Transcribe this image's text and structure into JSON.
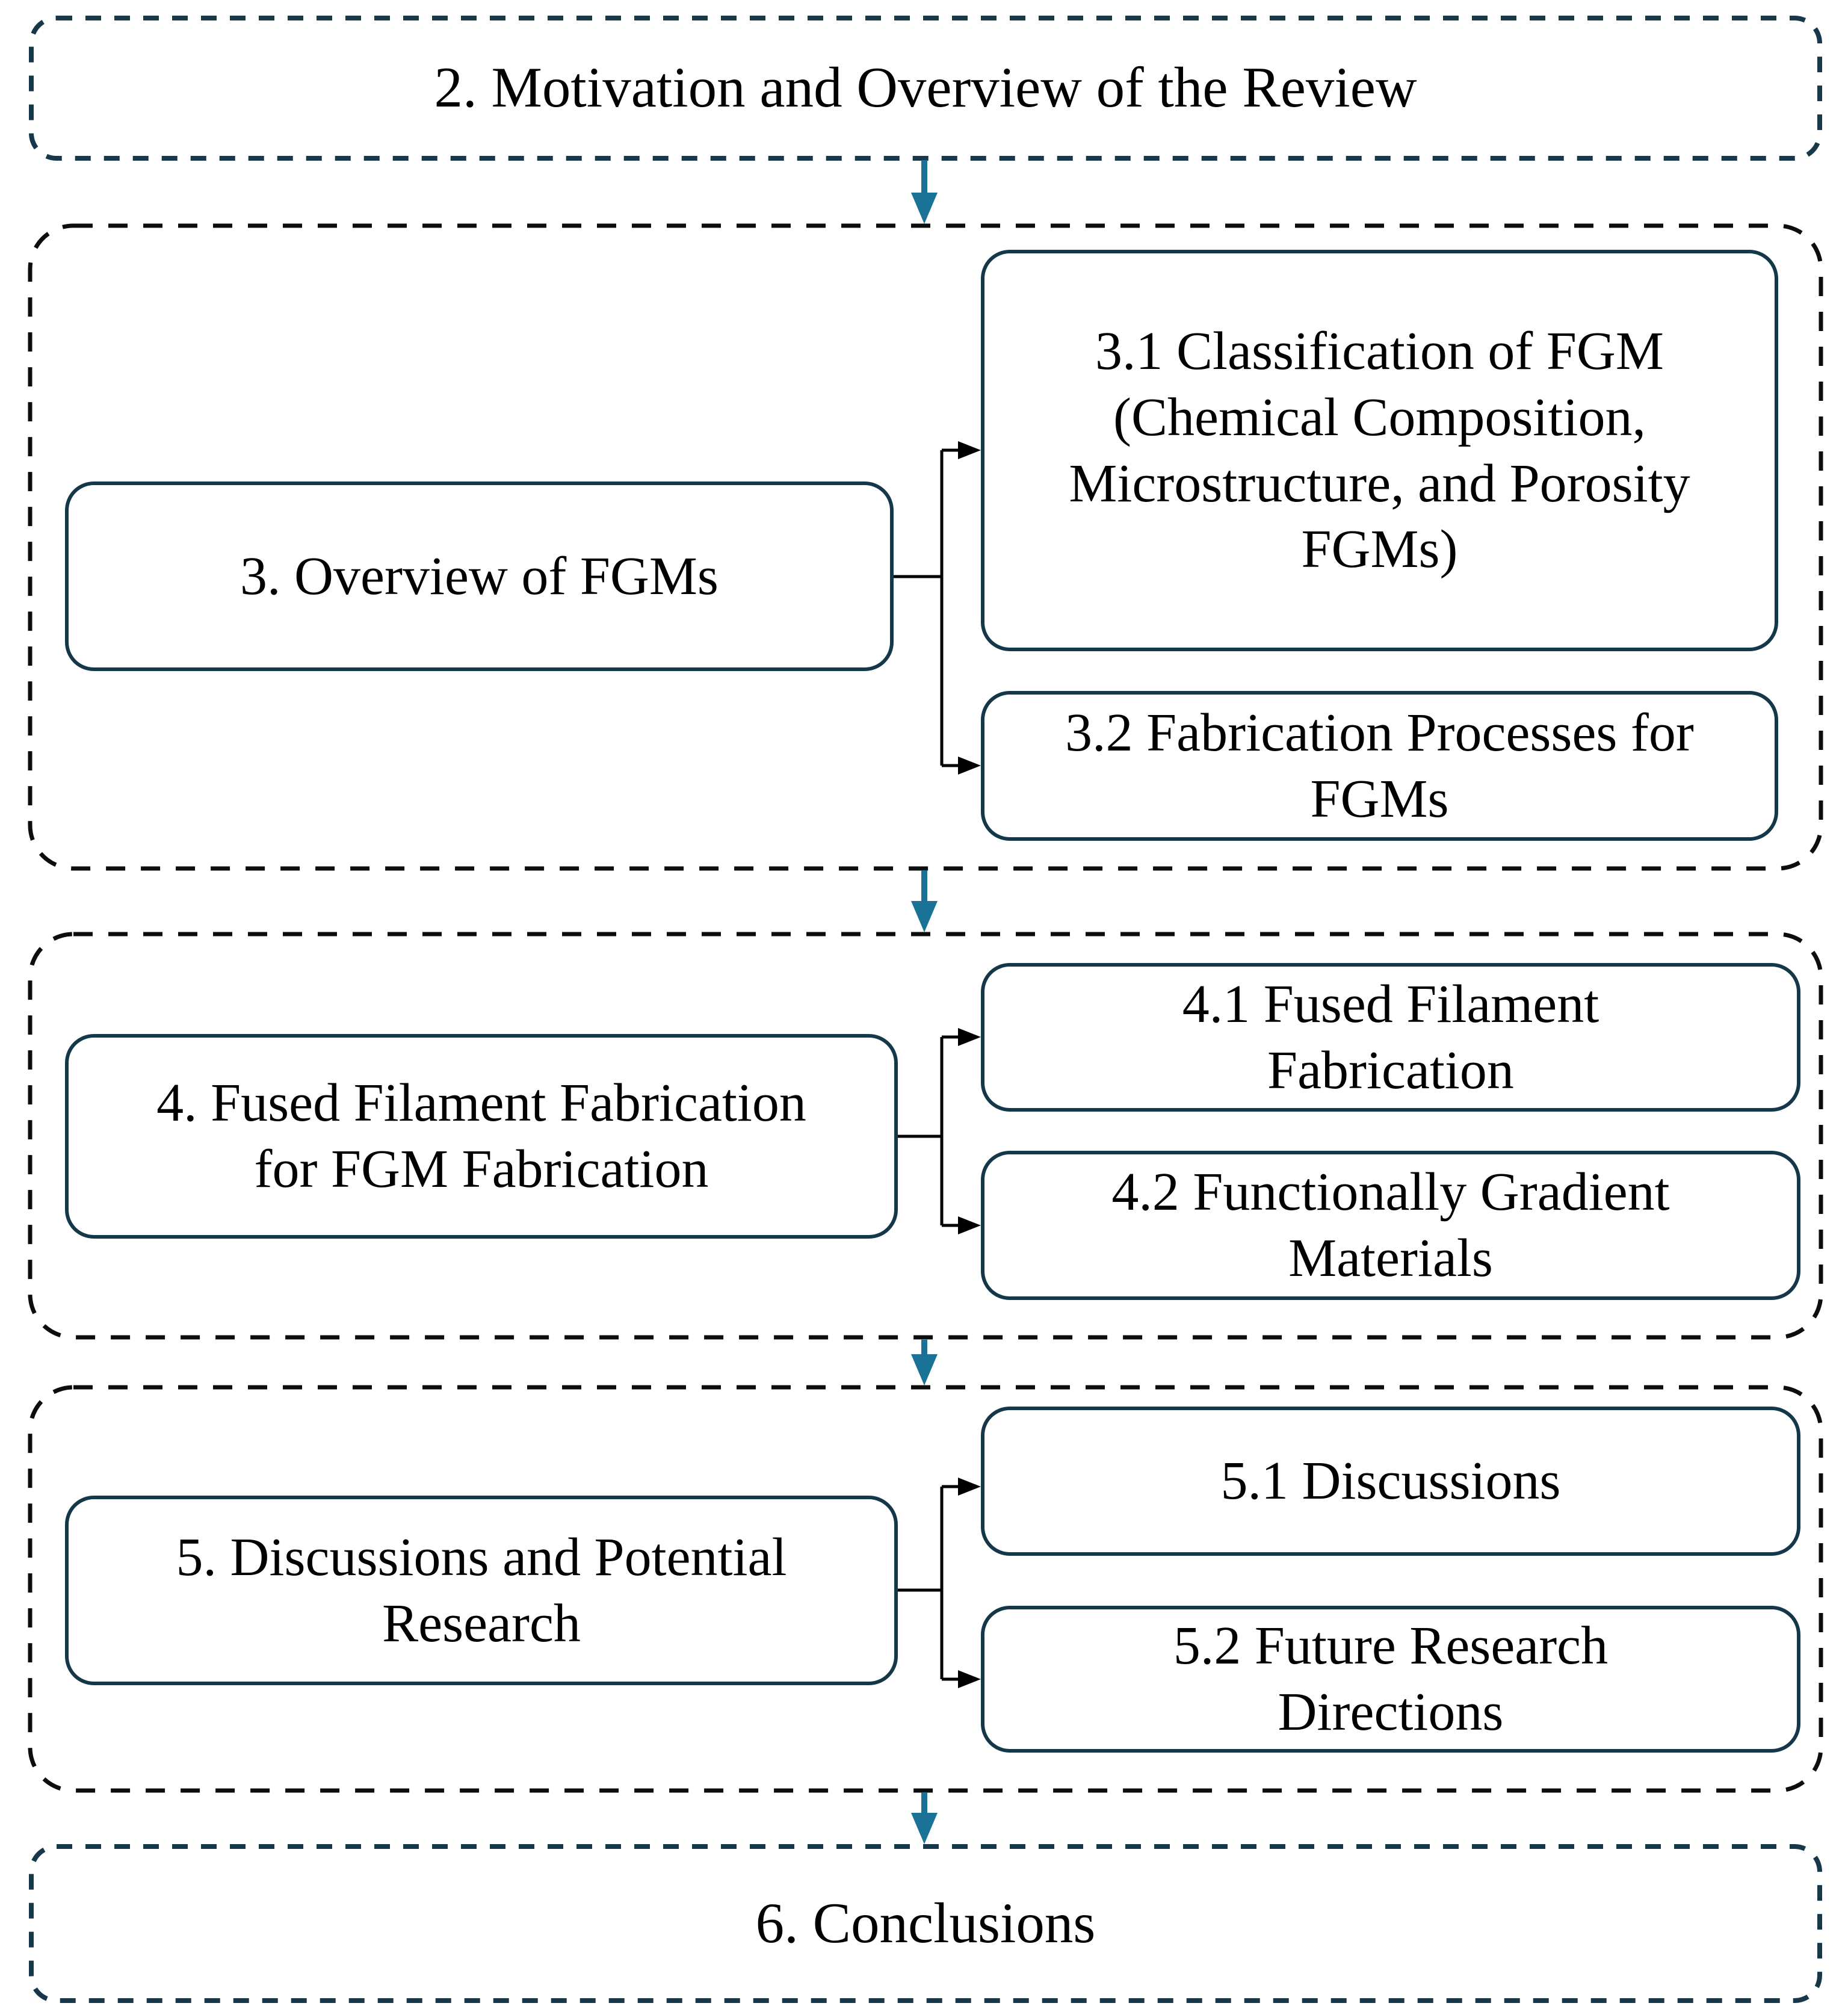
{
  "diagram": {
    "type": "flowchart",
    "description": "Structure of the review paper",
    "colors": {
      "arrow_teal": "#1a7397",
      "node_border": "#14384a",
      "section_border": "#0d0d0d",
      "terminal_border": "#16384a",
      "text": "#000000",
      "background": "#ffffff"
    },
    "nodes": {
      "n2": {
        "id": "2",
        "label_lines": [
          "2. Motivation and Overview of the Review"
        ]
      },
      "n3": {
        "id": "3",
        "label_lines": [
          "3. Overview of FGMs"
        ]
      },
      "n31": {
        "id": "3.1",
        "label_lines": [
          "3.1 Classification of FGM",
          "(Chemical Composition,",
          "Microstructure, and Porosity",
          "FGMs)"
        ]
      },
      "n32": {
        "id": "3.2",
        "label_lines": [
          "3.2 Fabrication Processes for",
          "FGMs"
        ]
      },
      "n4": {
        "id": "4",
        "label_lines": [
          "4. Fused Filament Fabrication",
          "for FGM Fabrication"
        ]
      },
      "n41": {
        "id": "4.1",
        "label_lines": [
          "4.1 Fused Filament",
          "Fabrication"
        ]
      },
      "n42": {
        "id": "4.2",
        "label_lines": [
          "4.2 Functionally Gradient",
          "Materials"
        ]
      },
      "n5": {
        "id": "5",
        "label_lines": [
          "5. Discussions and Potential",
          "Research"
        ]
      },
      "n51": {
        "id": "5.1",
        "label_lines": [
          "5.1 Discussions"
        ]
      },
      "n52": {
        "id": "5.2",
        "label_lines": [
          "5.2 Future Research",
          "Directions"
        ]
      },
      "n6": {
        "id": "6",
        "label_lines": [
          "6. Conclusions"
        ]
      }
    },
    "edges": [
      {
        "from": "2",
        "to": "3",
        "style": "teal-arrow"
      },
      {
        "from": "3",
        "to": "3.1",
        "style": "black-branch"
      },
      {
        "from": "3",
        "to": "3.2",
        "style": "black-branch"
      },
      {
        "from": "3",
        "to": "4",
        "style": "teal-arrow"
      },
      {
        "from": "4",
        "to": "4.1",
        "style": "black-branch"
      },
      {
        "from": "4",
        "to": "4.2",
        "style": "black-branch"
      },
      {
        "from": "4",
        "to": "5",
        "style": "teal-arrow"
      },
      {
        "from": "5",
        "to": "5.1",
        "style": "black-branch"
      },
      {
        "from": "5",
        "to": "5.2",
        "style": "black-branch"
      },
      {
        "from": "5",
        "to": "6",
        "style": "teal-arrow"
      }
    ]
  }
}
